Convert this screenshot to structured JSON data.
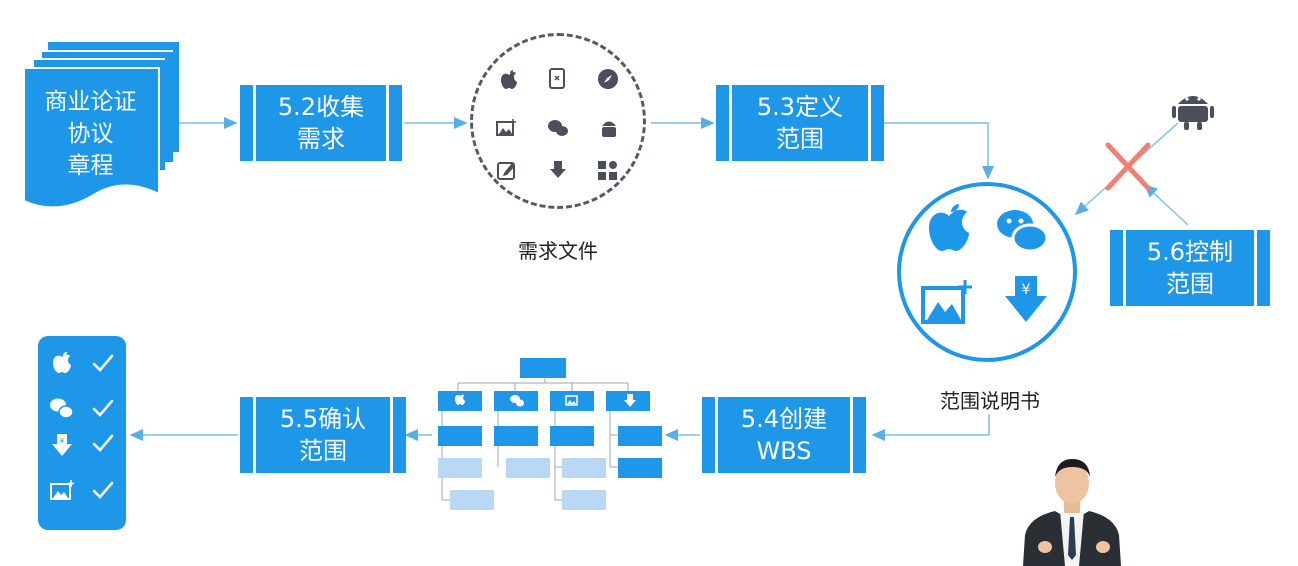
{
  "inputs": {
    "line1": "商业论证",
    "line2": "协议",
    "line3": "章程"
  },
  "processes": {
    "collect": {
      "line1": "5.2收集",
      "line2": "需求"
    },
    "define": {
      "line1": "5.3定义",
      "line2": "范围"
    },
    "control": {
      "line1": "5.6控制",
      "line2": "范围"
    },
    "wbs": {
      "line1": "5.4创建",
      "line2": "WBS"
    },
    "validate": {
      "line1": "5.5确认",
      "line2": "范围"
    }
  },
  "captions": {
    "requirements_doc": "需求文件",
    "scope_statement": "范围说明书"
  },
  "icons": {
    "requirements_circle": [
      "apple-icon",
      "tablet-icon",
      "compass-icon",
      "image-icon",
      "wechat-icon",
      "android-icon",
      "edit-icon",
      "download-icon",
      "grid-icon"
    ],
    "scope_circle": [
      "apple-icon",
      "wechat-icon",
      "image-icon",
      "yen-download-icon"
    ],
    "rejected": "android-icon",
    "checklist": [
      "apple-icon",
      "wechat-icon",
      "yen-download-icon",
      "image-icon"
    ]
  },
  "colors": {
    "primary": "#1f97e8",
    "light": "#b9d8f6",
    "reject": "#f07f74",
    "arrow": "#7fbfea"
  }
}
